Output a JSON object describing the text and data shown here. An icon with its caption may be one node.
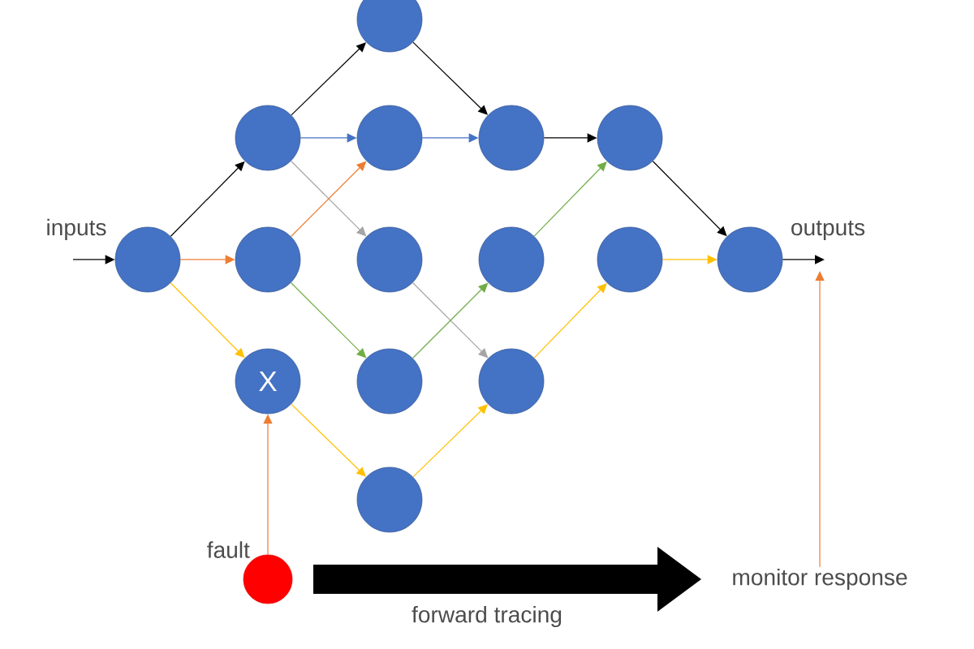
{
  "diagram": {
    "nodes": [
      {
        "text": [],
        "shape": "circle"
      },
      {
        "text": [],
        "shape": "circle"
      },
      {
        "text": [],
        "shape": "circle"
      },
      {
        "text": [
          "X"
        ]
      },
      {
        "text": [],
        "shape": "circle"
      },
      {
        "text": [],
        "shape": "circle"
      },
      {
        "text": [],
        "shape": "circle"
      },
      {
        "text": [],
        "shape": "circle"
      },
      {
        "text": [],
        "shape": "circle"
      },
      {
        "text": [],
        "shape": "circle"
      },
      {
        "text": [],
        "shape": "circle"
      },
      {
        "text": [],
        "shape": "circle"
      },
      {
        "text": [],
        "shape": "circle"
      },
      {
        "text": [],
        "shape": "circle"
      },
      {
        "text": [],
        "shape": "circle"
      },
      {
        "text": [],
        "shape": "circle",
        "beside": [
          "fault"
        ]
      },
      {
        "text": [
          "monitor response"
        ]
      }
    ],
    "edges": [
      {
        "from": null,
        "to": 0,
        "arrow": "to",
        "label": "inputs",
        "color": "#000000"
      },
      {
        "from": 0,
        "to": 1,
        "arrow": "to",
        "color": "#000000"
      },
      {
        "from": 0,
        "to": 2,
        "arrow": "to",
        "color": "#ed7d31"
      },
      {
        "from": 0,
        "to": 3,
        "arrow": "to",
        "color": "#ffc000"
      },
      {
        "from": 1,
        "to": 4,
        "arrow": "to",
        "color": "#000000"
      },
      {
        "from": 1,
        "to": 5,
        "arrow": "to",
        "color": "#4472c4"
      },
      {
        "from": 1,
        "to": 6,
        "arrow": "to",
        "color": "#a5a5a5"
      },
      {
        "from": 2,
        "to": 5,
        "arrow": "to",
        "color": "#ed7d31"
      },
      {
        "from": 2,
        "to": 7,
        "arrow": "to",
        "color": "#70ad47"
      },
      {
        "from": 3,
        "to": 8,
        "arrow": "to",
        "color": "#ffc000"
      },
      {
        "from": 4,
        "to": 9,
        "arrow": "to",
        "color": "#000000"
      },
      {
        "from": 5,
        "to": 9,
        "arrow": "to",
        "color": "#4472c4"
      },
      {
        "from": 6,
        "to": 11,
        "arrow": "to",
        "color": "#a5a5a5"
      },
      {
        "from": 7,
        "to": 10,
        "arrow": "to",
        "color": "#70ad47"
      },
      {
        "from": 8,
        "to": 11,
        "arrow": "to",
        "color": "#ffc000"
      },
      {
        "from": 9,
        "to": 12,
        "arrow": "to",
        "color": "#000000"
      },
      {
        "from": 10,
        "to": 12,
        "arrow": "to",
        "color": "#70ad47"
      },
      {
        "from": 11,
        "to": 13,
        "arrow": "to",
        "color": "#ffc000"
      },
      {
        "from": 12,
        "to": 14,
        "arrow": "to",
        "color": "#000000"
      },
      {
        "from": 13,
        "to": 14,
        "arrow": "to",
        "color": "#ffc000"
      },
      {
        "from": 14,
        "to": null,
        "arrow": "to",
        "label": "outputs",
        "color": "#000000"
      },
      {
        "from": 15,
        "to": 3,
        "arrow": "to",
        "color": "#ed7d31"
      },
      {
        "from": 16,
        "to": null,
        "arrow": "to",
        "color": "#ed7d31"
      }
    ],
    "labels": [
      "forward tracing"
    ]
  }
}
